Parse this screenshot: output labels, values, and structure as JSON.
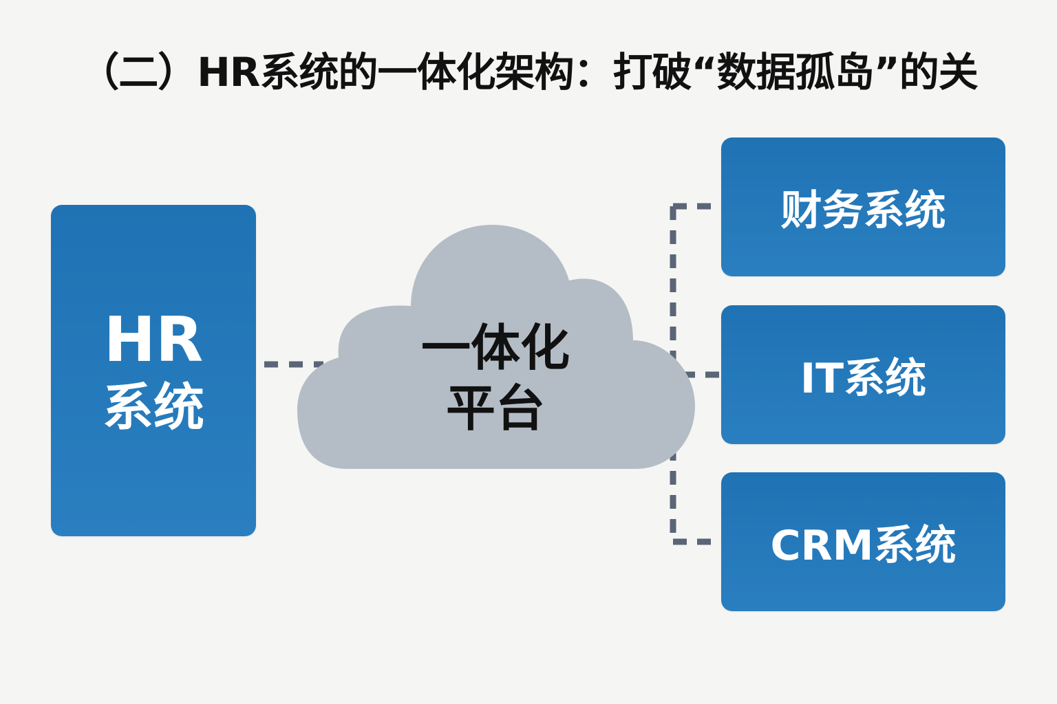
{
  "title": "（二）HR系统的一体化架构：打破“数据孤岛”的关",
  "hr_system": {
    "line1": "HR",
    "line2": "系统"
  },
  "platform": {
    "line1": "一体化",
    "line2": "平台"
  },
  "systems": [
    {
      "label": "财务系统"
    },
    {
      "label": "IT系统"
    },
    {
      "label": "CRM系统"
    }
  ],
  "colors": {
    "box_blue": "#1f73b4",
    "cloud_gray": "#b4bdc6",
    "connector": "#5a6577",
    "background": "#f5f5f3"
  }
}
